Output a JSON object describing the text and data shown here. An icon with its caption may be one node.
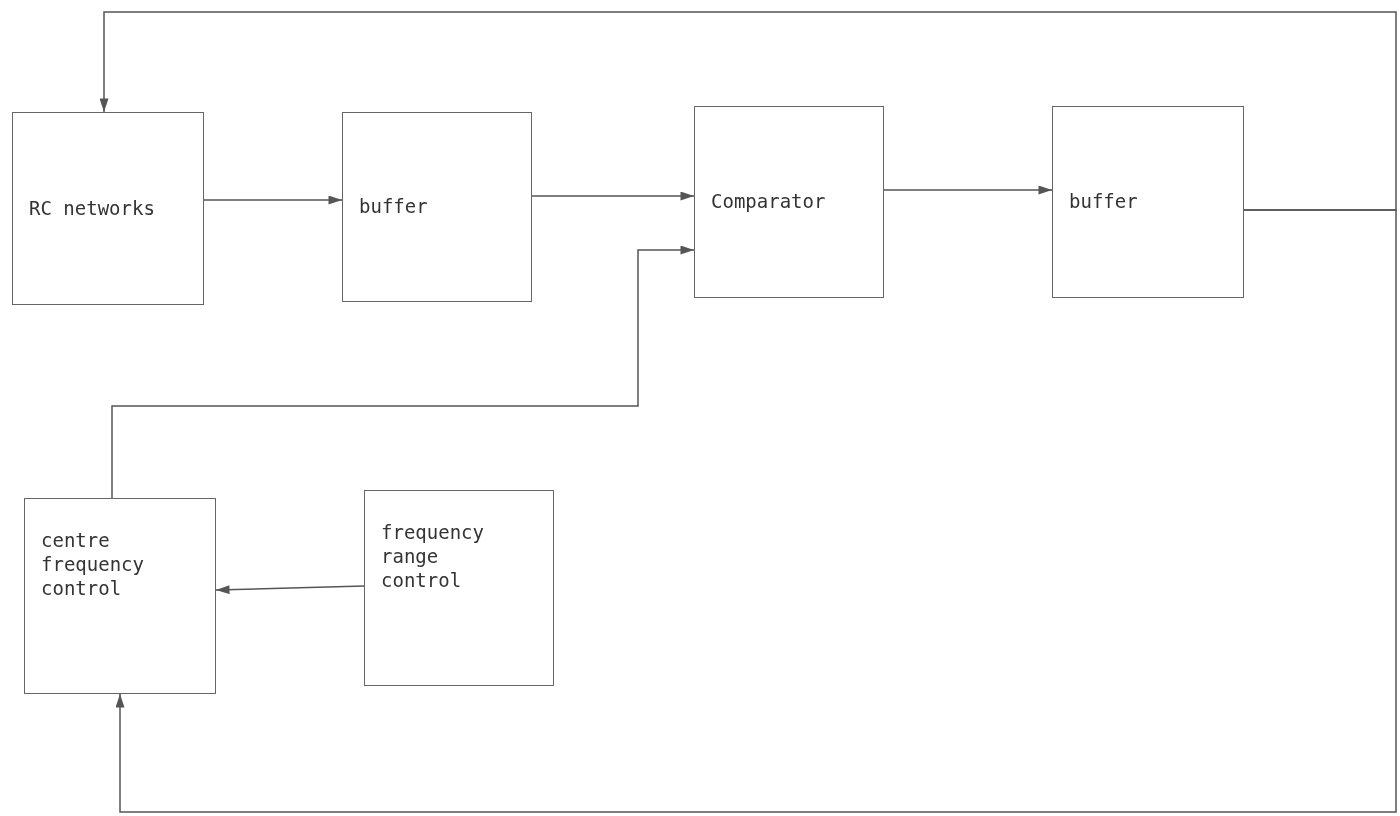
{
  "diagram": {
    "nodes": [
      {
        "text": [
          "RC networks"
        ]
      },
      {
        "text": [
          "buffer"
        ]
      },
      {
        "text": [
          "Comparator"
        ]
      },
      {
        "text": [
          "buffer"
        ]
      },
      {
        "text": [
          "centre frequency control"
        ]
      },
      {
        "text": [
          "frequency range control"
        ]
      }
    ],
    "edges": [
      {
        "from": 0,
        "to": 1,
        "arrow": "to"
      },
      {
        "from": 1,
        "to": 2,
        "arrow": "to"
      },
      {
        "from": 4,
        "to": 2,
        "arrow": "to"
      },
      {
        "from": 2,
        "to": 3,
        "arrow": "to"
      },
      {
        "from": 3,
        "to": 0,
        "arrow": "to"
      },
      {
        "from": 3,
        "to": 4,
        "arrow": "to"
      },
      {
        "from": 5,
        "to": 4,
        "arrow": "to"
      }
    ]
  }
}
